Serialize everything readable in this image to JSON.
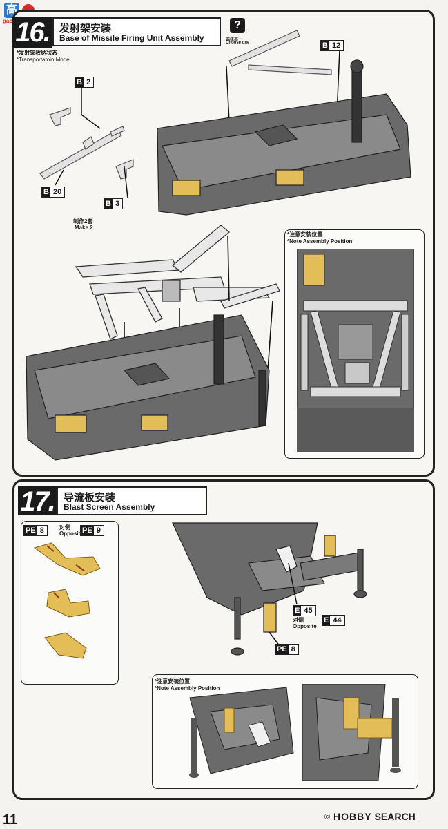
{
  "watermark": {
    "brand": "高",
    "site": "gao-shou.com"
  },
  "step16": {
    "number": "16.",
    "title_cn": "发射架安装",
    "title_en": "Base of Missile Firing Unit Assembly",
    "choose": {
      "cn": "选择其一",
      "en": "Choose one"
    },
    "transport_cn": "*发射架收纳状态",
    "transport_en": "*Transportatoin Mode",
    "make_cn": "制作2套",
    "make_en": "Make 2",
    "note_cn": "*注意安装位置",
    "note_en": "*Note Assembly Position",
    "parts": [
      {
        "letter": "B",
        "num": "2"
      },
      {
        "letter": "B",
        "num": "20"
      },
      {
        "letter": "B",
        "num": "3"
      },
      {
        "letter": "B",
        "num": "12"
      }
    ]
  },
  "step17": {
    "number": "17.",
    "title_cn": "导流板安装",
    "title_en": "Blast Screen Assembly",
    "opposite_cn": "对侧",
    "opposite_en": "Opposite",
    "pe_a": {
      "letter": "PE",
      "num": "8"
    },
    "pe_b": {
      "letter": "PE",
      "num": "9"
    },
    "e_a": {
      "letter": "E",
      "num": "45"
    },
    "e_b": {
      "letter": "E",
      "num": "44"
    },
    "pe_c": {
      "letter": "PE",
      "num": "8"
    },
    "note_cn": "*注意安装位置",
    "note_en": "*Note Assembly Position"
  },
  "footer": {
    "page": "11",
    "brand": "HOBBY",
    "brand2": "SEARCH",
    "copyright": "©"
  },
  "colors": {
    "gray": "#5f5f5f",
    "dark": "#2b2b2b",
    "yellow": "#e3bd58",
    "light": "#cfcfcf"
  }
}
